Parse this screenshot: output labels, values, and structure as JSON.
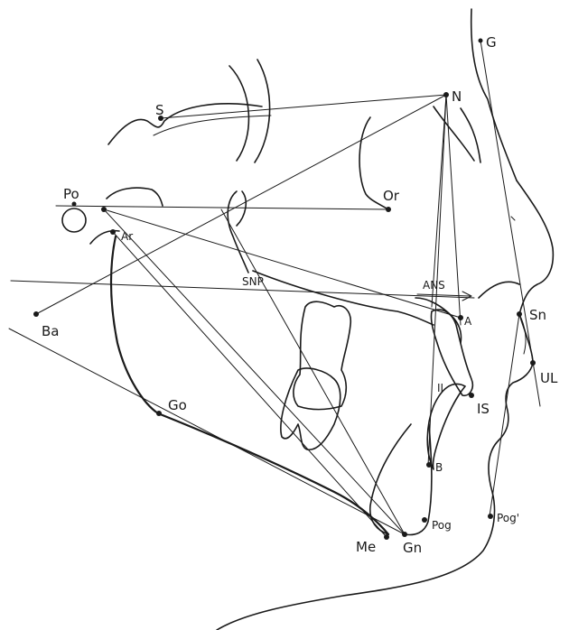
{
  "diagram": {
    "type": "cephalometric tracing",
    "ink_color": "#1a1a1a",
    "background": "#ffffff",
    "landmarks": {
      "G": "G",
      "N": "N",
      "S": "S",
      "Po": "Po",
      "Or": "Or",
      "Ar": "Ar",
      "Ba": "Ba",
      "SNP": "SNP",
      "A": "A",
      "ANS": "ANS",
      "Sn": "Sn",
      "UL": "UL",
      "IS": "IS",
      "II": "II",
      "Go": "Go",
      "B": "B",
      "Pog": "Pog",
      "Pog_soft": "Pog'",
      "Me": "Me",
      "Gn": "Gn"
    }
  }
}
